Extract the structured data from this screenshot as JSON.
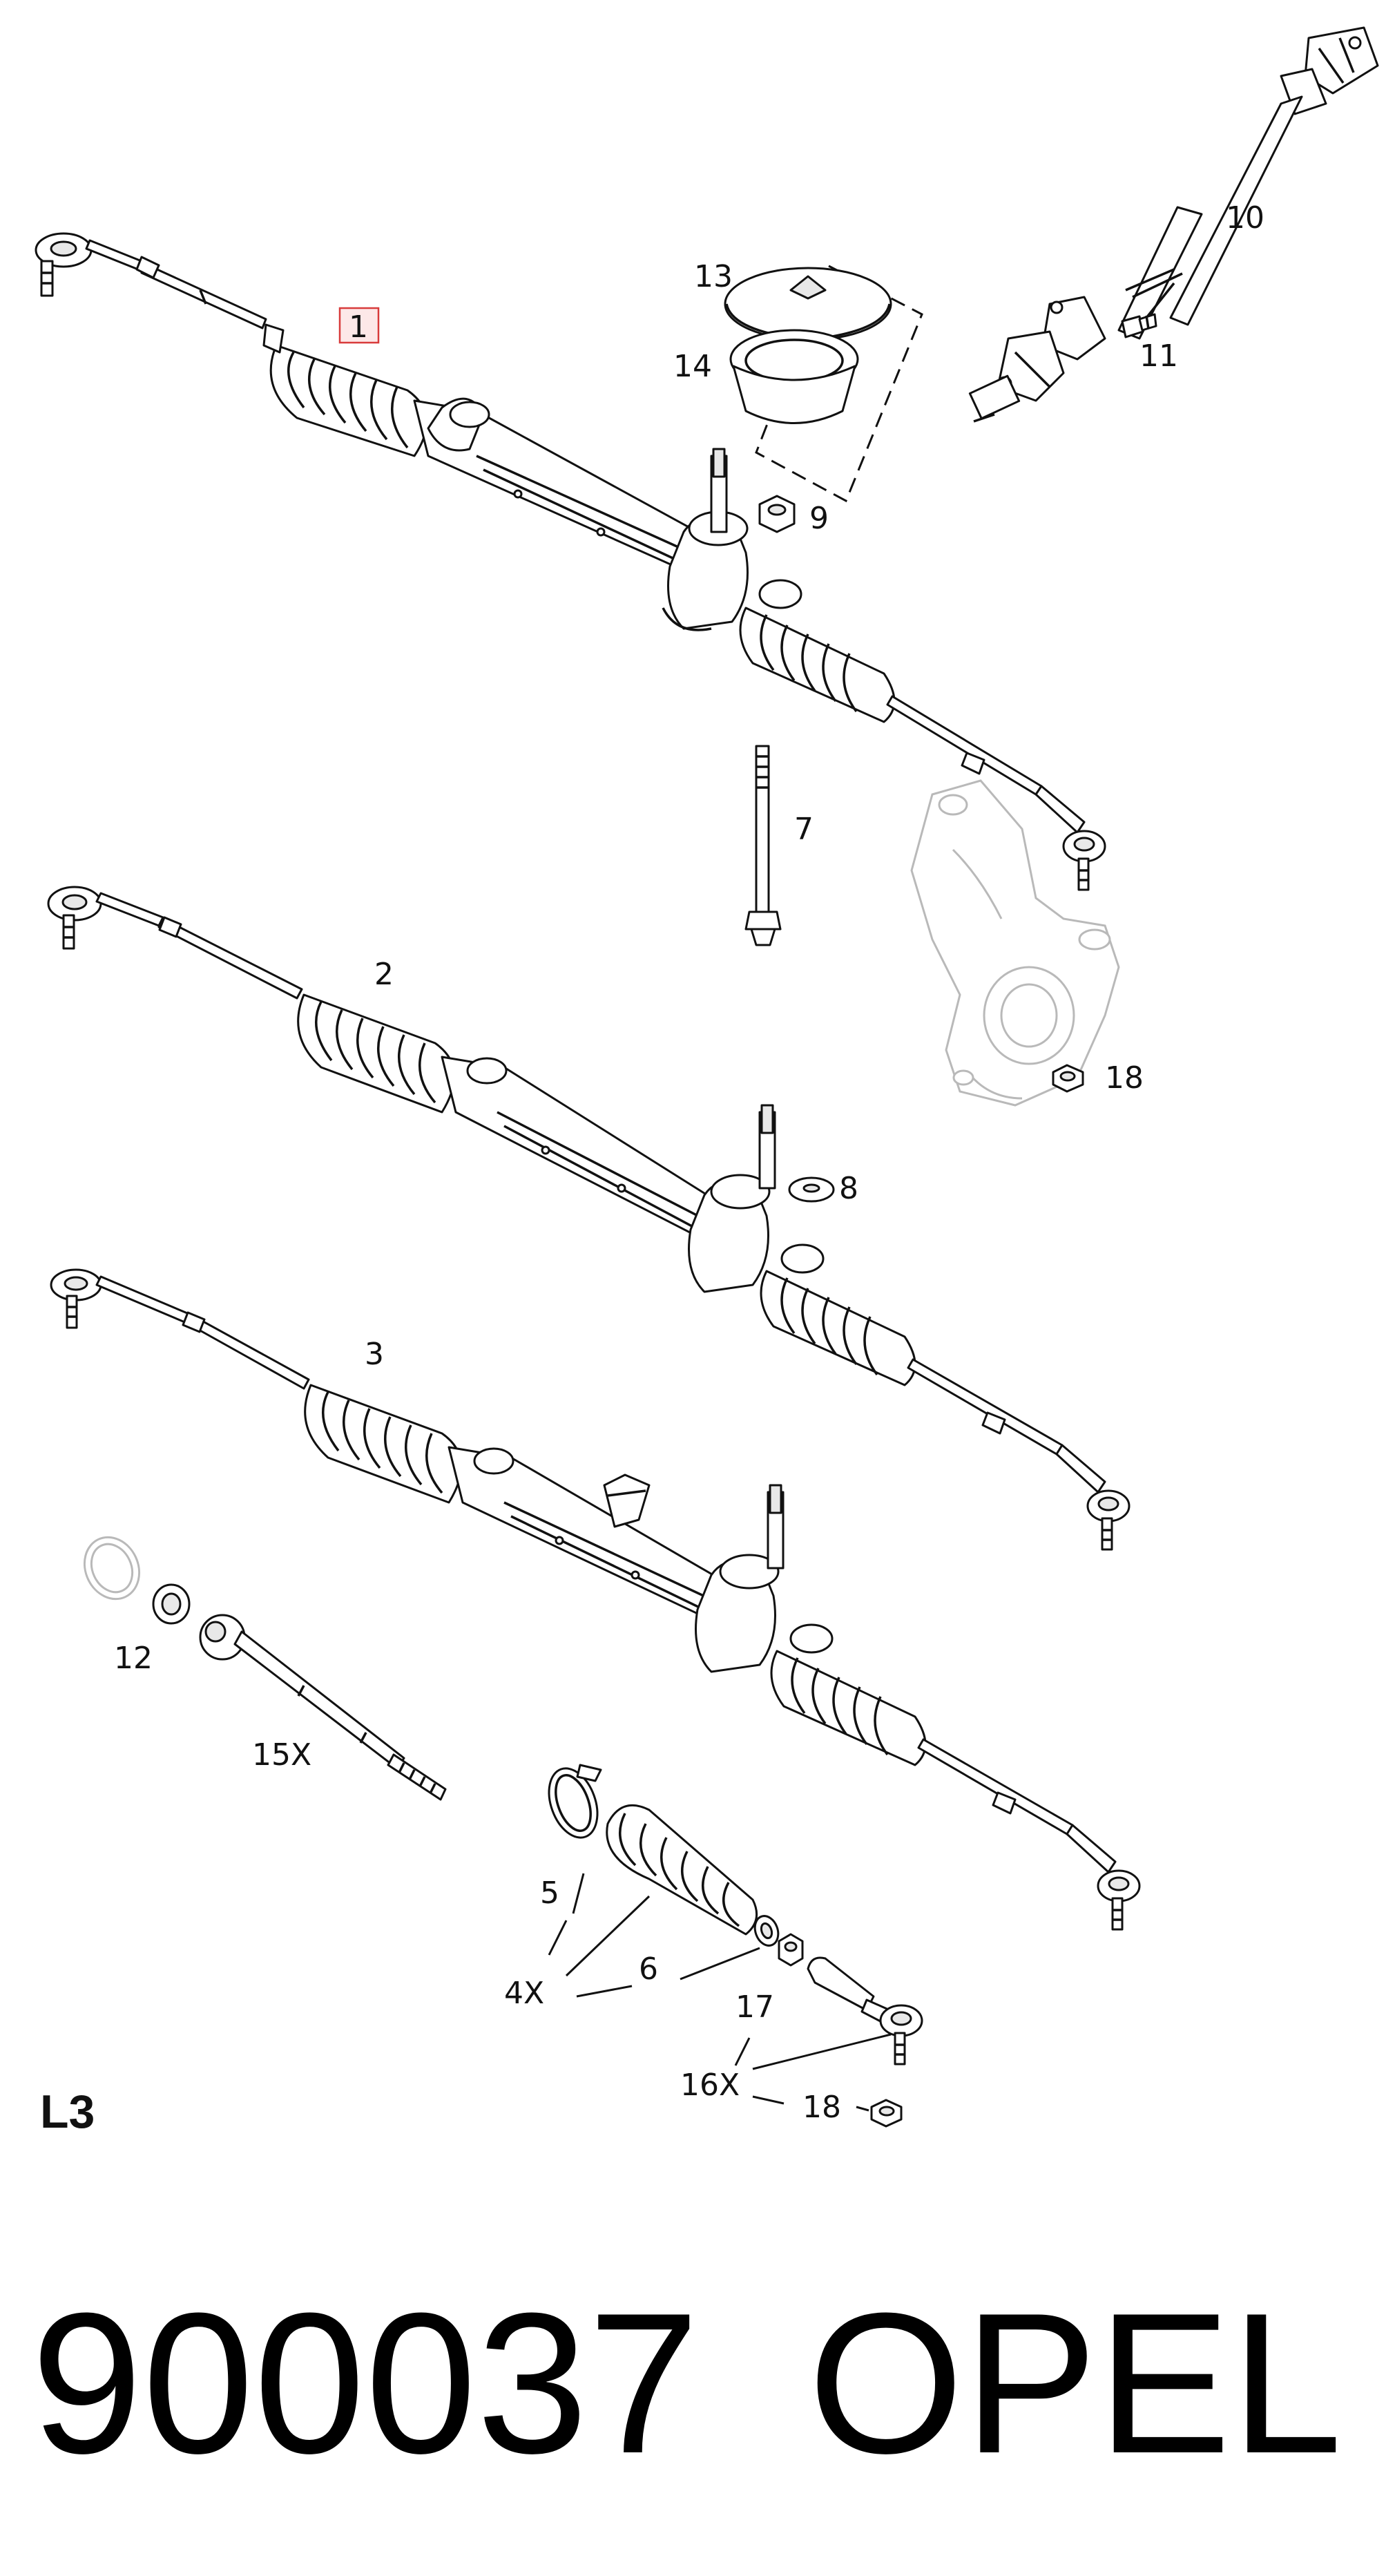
{
  "diagram": {
    "callouts": {
      "c1": "1",
      "c2": "2",
      "c3": "3",
      "c4x": "4X",
      "c5": "5",
      "c6": "6",
      "c7": "7",
      "c8": "8",
      "c9": "9",
      "c10": "10",
      "c11": "11",
      "c12": "12",
      "c13": "13",
      "c14": "14",
      "c15x": "15X",
      "c16x": "16X",
      "c17": "17",
      "c18a": "18",
      "c18b": "18"
    },
    "section_label": "L3",
    "part_number": "900037",
    "brand": "OPEL",
    "colors": {
      "highlight": "#d83b3b",
      "line": "#111111",
      "ghost": "#b9b9b9"
    }
  }
}
